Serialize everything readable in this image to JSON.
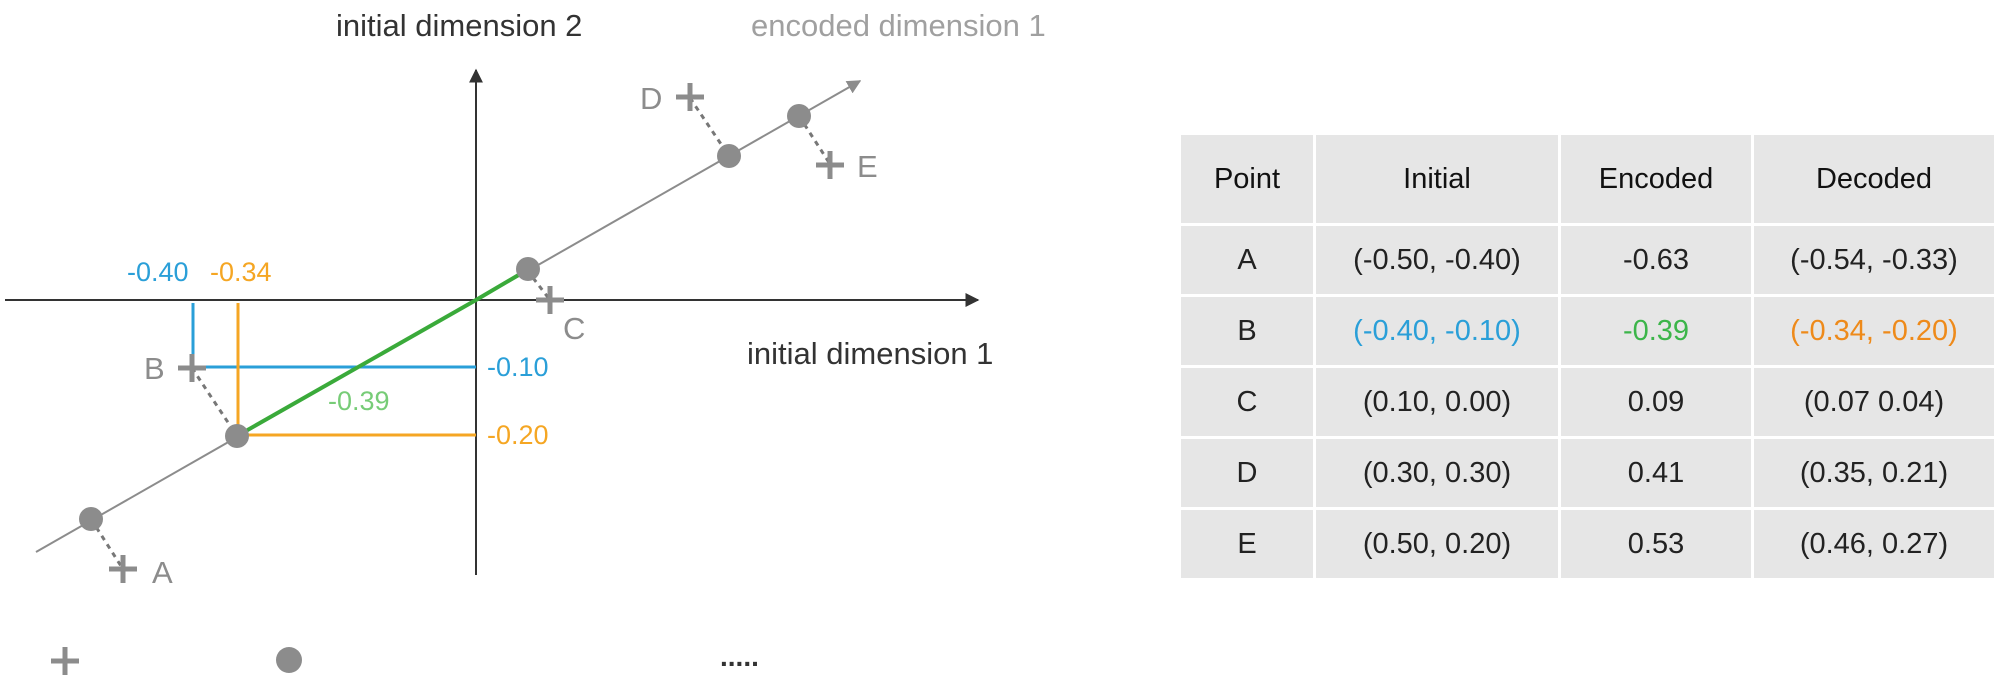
{
  "diagram": {
    "axis_labels": {
      "x": "initial dimension 1",
      "y": "initial dimension 2",
      "encoded": "encoded dimension 1"
    },
    "point_labels": [
      "A",
      "B",
      "C",
      "D",
      "E"
    ],
    "projection_labels": {
      "b_initial_x": "-0.40",
      "b_decoded_x": "-0.34",
      "b_initial_y": "-0.10",
      "b_decoded_y": "-0.20",
      "b_encoded": "-0.39"
    },
    "legend_dots": "....."
  },
  "table": {
    "headers": [
      "Point",
      "Initial",
      "Encoded",
      "Decoded"
    ],
    "rows": [
      {
        "point": "A",
        "initial": "(-0.50, -0.40)",
        "encoded": "-0.63",
        "decoded": "(-0.54, -0.33)"
      },
      {
        "point": "B",
        "initial": "(-0.40, -0.10)",
        "encoded": "-0.39",
        "decoded": "(-0.34, -0.20)"
      },
      {
        "point": "C",
        "initial": "(0.10, 0.00)",
        "encoded": "0.09",
        "decoded": "(0.07 0.04)"
      },
      {
        "point": "D",
        "initial": "(0.30, 0.30)",
        "encoded": "0.41",
        "decoded": "(0.35, 0.21)"
      },
      {
        "point": "E",
        "initial": "(0.50, 0.20)",
        "encoded": "0.53",
        "decoded": "(0.46, 0.27)"
      }
    ]
  },
  "colors": {
    "gray": "#8c8c8c",
    "blue": "#2a9fd8",
    "orange": "#f5a623",
    "green": "#3aaa3a",
    "light_green": "#77cc77",
    "table_blue": "#2a9fd8",
    "table_green": "#3cb54a",
    "table_orange": "#ee8a1a"
  }
}
